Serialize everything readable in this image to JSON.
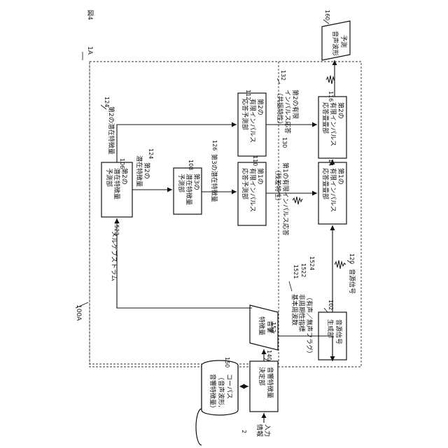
{
  "figure": {
    "label": "図4",
    "system_ref": "1A",
    "device_ref": "100A"
  },
  "blocks": {
    "feature_decision": {
      "ref": "140",
      "lines": [
        "音響特徴量",
        "決定部"
      ]
    },
    "corpus": {
      "ref": "150",
      "lines": [
        "コーパス",
        "（音声波形,",
        "音響特徴量）"
      ]
    },
    "acoustic_features": {
      "ref": "152",
      "lines": [
        "音響",
        "特徴量"
      ]
    },
    "source_generator": {
      "ref": "102",
      "lines": [
        "音源信号",
        "生成部"
      ]
    },
    "latent2_predictor": {
      "ref": "106",
      "lines": [
        "第2の",
        "潜在特徴量",
        "予測部"
      ]
    },
    "latent3_predictor": {
      "ref": "108",
      "lines": [
        "第3の",
        "潜在特徴量",
        "予測部"
      ]
    },
    "fir1_predictor": {
      "ref": "110",
      "lines": [
        "第1の",
        "有限インパルス",
        "応答予測部"
      ]
    },
    "fir2_predictor": {
      "ref": "112",
      "lines": [
        "第2の",
        "有限インパルス",
        "応答予測部"
      ]
    },
    "fir1_conv": {
      "ref": "114",
      "lines": [
        "第1の",
        "有限インパルス",
        "応答畳畳部"
      ]
    },
    "fir2_conv": {
      "ref": "116",
      "lines": [
        "第2の",
        "有限インパルス",
        "応答畳畳部"
      ]
    },
    "output_waveform": {
      "ref": "160",
      "lines": [
        "予測",
        "音声波形"
      ]
    }
  },
  "signals": {
    "input": {
      "ref": "2",
      "lines": [
        "入力",
        "情報"
      ]
    },
    "mel_cepstrum": {
      "ref": "1523",
      "text": "メルケプストラム"
    },
    "f0": {
      "ref": "1521",
      "text": "基本周波数"
    },
    "aperiodicity": {
      "ref": "1522",
      "text": "非周期性指標"
    },
    "voiced_flag": {
      "ref": "1524",
      "text": "（有声／無声フラグ）"
    },
    "source_signal": {
      "ref": "120",
      "text": "音源信号"
    },
    "latent2_a": {
      "ref": "124",
      "text": "第2の潜在特徴量"
    },
    "latent2_b": {
      "ref": "124",
      "lines": [
        "第2の",
        "潜在特徴量"
      ]
    },
    "latent3": {
      "ref": "126",
      "text": "第3の潜在特徴量"
    },
    "fir1_response": {
      "ref": "130",
      "lines": [
        "第1の有限インパルス応答",
        "（残差特性）"
      ]
    },
    "fir2_response": {
      "ref": "132",
      "lines": [
        "第2の有限",
        "インパルス応答",
        "（共振特性）"
      ]
    }
  }
}
